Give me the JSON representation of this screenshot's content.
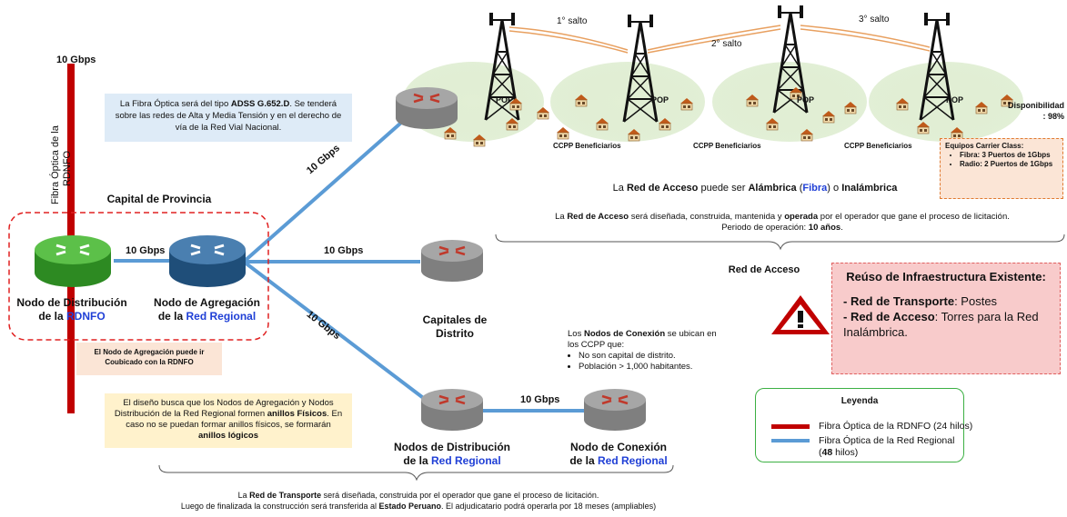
{
  "rdnfo": {
    "speed": "10 Gbps",
    "label_line1": "Fibra Óptica de la",
    "label_line2": "RDNFO"
  },
  "capital": "Capital de Provincia",
  "nodo_dist": {
    "line1": "Nodo de Distribución",
    "line2_prefix": "de la ",
    "line2_link": "RDNFO"
  },
  "nodo_agreg": {
    "line1": "Nodo de Agregación",
    "line2_prefix": "de la ",
    "line2_link": "Red Regional"
  },
  "link_speed": "10 Gbps",
  "diag_up_speed": "10 Gbps",
  "mid_speed": "10 Gbps",
  "diag_down_speed": "10 Gbps",
  "conn_speed": "10 Gbps",
  "fiber_note": {
    "pre": "La Fibra Óptica será del tipo ",
    "bold": "ADSS G.652.D",
    "post": ". Se tenderá sobre las redes de Alta y Media Tensión y en el derecho de vía de la Red Vial Nacional."
  },
  "cohost_note": "El Nodo de Agregación puede ir Coubicado con la RDNFO",
  "design_note": {
    "pre": "El diseño busca que los Nodos de Agregación y Nodos Distribución de la Red Regional formen ",
    "b1": "anillos Físicos",
    "mid": ". En caso no se puedan formar anillos físicos, se formarán ",
    "b2": "anillos lógicos"
  },
  "capitales_distrito": "Capitales de Distrito",
  "nodos_dist_regional": {
    "line1": "Nodos de Distribución",
    "line2_prefix": "de la ",
    "line2_link": "Red Regional"
  },
  "nodo_conexion": {
    "line1": "Nodo de Conexión",
    "line2_prefix": "de la ",
    "line2_link": "Red Regional"
  },
  "conexion_note": {
    "pre": "Los ",
    "bold": "Nodos de Conexión",
    "post": " se ubican en los CCPP que:",
    "items": [
      "No son capital de distrito.",
      "Población > 1,000 habitantes."
    ]
  },
  "transport_note": {
    "l1_pre": "La ",
    "l1_b": "Red de Transporte",
    "l1_post": " será diseñada, construida por el operador que gane el proceso de licitación.",
    "l2_pre": "Luego de finalizada la construcción será transferida al ",
    "l2_b": "Estado Peruano",
    "l2_post": ". El adjudicatario podrá operarla por 18 meses (ampliables)"
  },
  "saltos": [
    "1° salto",
    "2° salto",
    "3° salto"
  ],
  "pop": "POP",
  "ccpp": "CCPP Beneficiarios",
  "disponibilidad": {
    "label": "Disponibilidad",
    "value": ": 98%"
  },
  "carrier": {
    "title": "Equipos Carrier Class:",
    "items": [
      "Fibra: 3 Puertos de 1Gbps",
      "Radio: 2 Puertos de 1Gbps"
    ]
  },
  "access_line": {
    "pre": "La ",
    "b1": "Red de Acceso",
    "mid": " puede ser ",
    "b2": "Alámbrica",
    "p1": " (",
    "link": "Fibra",
    "p2": ") o ",
    "b3": "Inalámbrica"
  },
  "access_note": {
    "pre": "La ",
    "b1": "Red de Acceso",
    "mid": " será diseñada, construida, mantenida y ",
    "b2": "operada",
    "post": " por el operador que gane el proceso de licitación.",
    "l2_pre": "Periodo de operación: ",
    "l2_b": "10 años",
    "l2_post": "."
  },
  "red_acceso": "Red de Acceso",
  "reuso": {
    "title": "Reúso de Infraestructura Existente:",
    "l1_b": "- Red de Transporte",
    "l1": ": Postes",
    "l2_b": "- Red de Acceso",
    "l2": ": Torres para la Red Inalámbrica."
  },
  "legend": {
    "title": "Leyenda",
    "red": "Fibra Óptica de la RDNFO (24 hilos)",
    "blue_pre": "Fibra Óptica de la Red Regional (",
    "blue_b": "48",
    "blue_post": " hilos)"
  },
  "colors": {
    "rdnfo": "#c00000",
    "regional": "#5b9bd5",
    "green_node": "#3aa02a",
    "blue_node": "#2e5f8a",
    "grey_node": "#8a8a8a"
  }
}
